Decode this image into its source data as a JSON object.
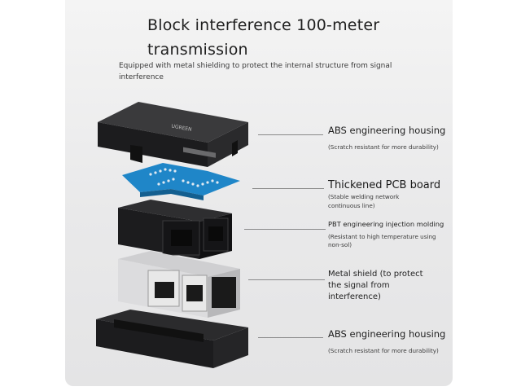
{
  "title_line1": "Block interference 100-meter",
  "title_line2": "transmission",
  "subtitle_line1": "Equipped with metal shielding to protect the internal structure from signal",
  "subtitle_line2": "interference",
  "logo_text": "UGREEN",
  "callouts": [
    {
      "label": "ABS engineering housing",
      "note": "(Scratch resistant for more durability)"
    },
    {
      "label": "Thickened PCB board",
      "note_line1": "(Stable welding network",
      "note_line2": "continuous line)"
    },
    {
      "label": "PBT engineering injection molding",
      "note_line1": "(Resistant to high temperature using",
      "note_line2": "non-sol)"
    },
    {
      "label_line1": "Metal shield (to protect",
      "label_line2": "the signal from",
      "label_line3": "interference)"
    },
    {
      "label": "ABS engineering housing",
      "note": "(Scratch resistant for more durability)"
    }
  ],
  "colors": {
    "housing": "#1c1c1e",
    "pcb": "#1f86c8",
    "shield": "#d8d8d8",
    "leader": "#8a8a8a"
  }
}
